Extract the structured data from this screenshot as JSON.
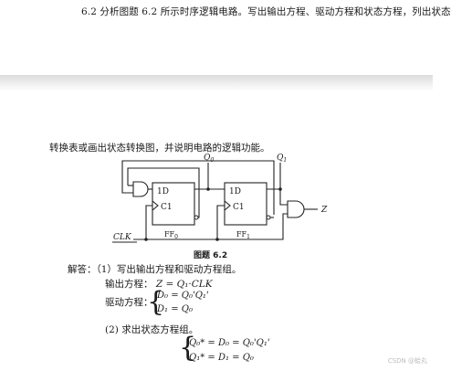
{
  "problem_statement": "6.2 分析图题 6.2 所示时序逻辑电路。写出输出方程、驱动方程和状态方程，列出状态",
  "continuation_text": "转换表或画出状态转换图，并说明电路的逻辑功能。",
  "figure": {
    "caption": "图题 6.2",
    "labels": {
      "q0": "Q",
      "q0_sub": "0",
      "q1": "Q",
      "q1_sub": "1",
      "ff0_d": "1D",
      "ff0_c": "C1",
      "ff0_name": "FF",
      "ff0_sub": "0",
      "ff1_d": "1D",
      "ff1_c": "C1",
      "ff1_name": "FF",
      "ff1_sub": "1",
      "clk": "CLK",
      "z": "Z"
    }
  },
  "solution": {
    "intro": "解答：（1）写出输出方程和驱动方程组。",
    "output_label": "输出方程：",
    "output_eq": "Z = Q₁·CLK",
    "drive_label": "驱动方程：",
    "drive_eq_1": "D₀ = Q₀'Q₁'",
    "drive_eq_2": "D₁ = Q₀",
    "step2": "(2) 求出状态方程组。",
    "state_eq_1": "Q₀* = D₀ = Q₀'Q₁'",
    "state_eq_2": "Q₁* = D₁ = Q₀"
  },
  "watermark": "CSDN @蛤丸"
}
